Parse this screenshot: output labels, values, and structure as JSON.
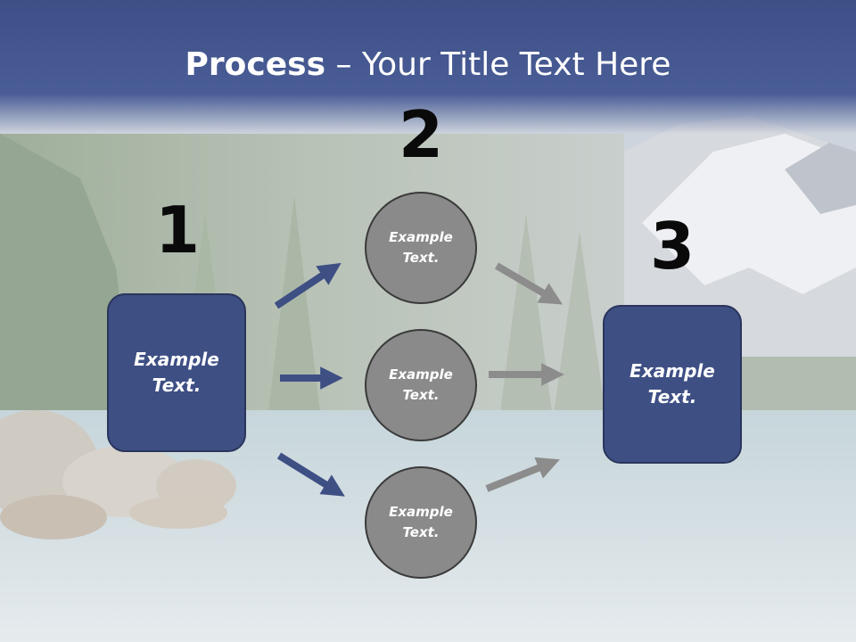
{
  "slide": {
    "title_bold": "Process",
    "title_separator": " – ",
    "title_rest": "Your Title Text Here"
  },
  "steps": [
    {
      "number": "1",
      "label": "Example Text."
    },
    {
      "number": "2",
      "label": ""
    },
    {
      "number": "3",
      "label": "Example Text."
    }
  ],
  "circles": [
    {
      "label": "Example Text."
    },
    {
      "label": "Example Text."
    },
    {
      "label": "Example Text."
    }
  ],
  "colors": {
    "box_fill": "#3e4f84",
    "circle_fill": "#8a8a8a",
    "arrow_blue": "#3e4f84",
    "arrow_gray": "#8c8c8c",
    "title_bar": "#3d4f86"
  }
}
